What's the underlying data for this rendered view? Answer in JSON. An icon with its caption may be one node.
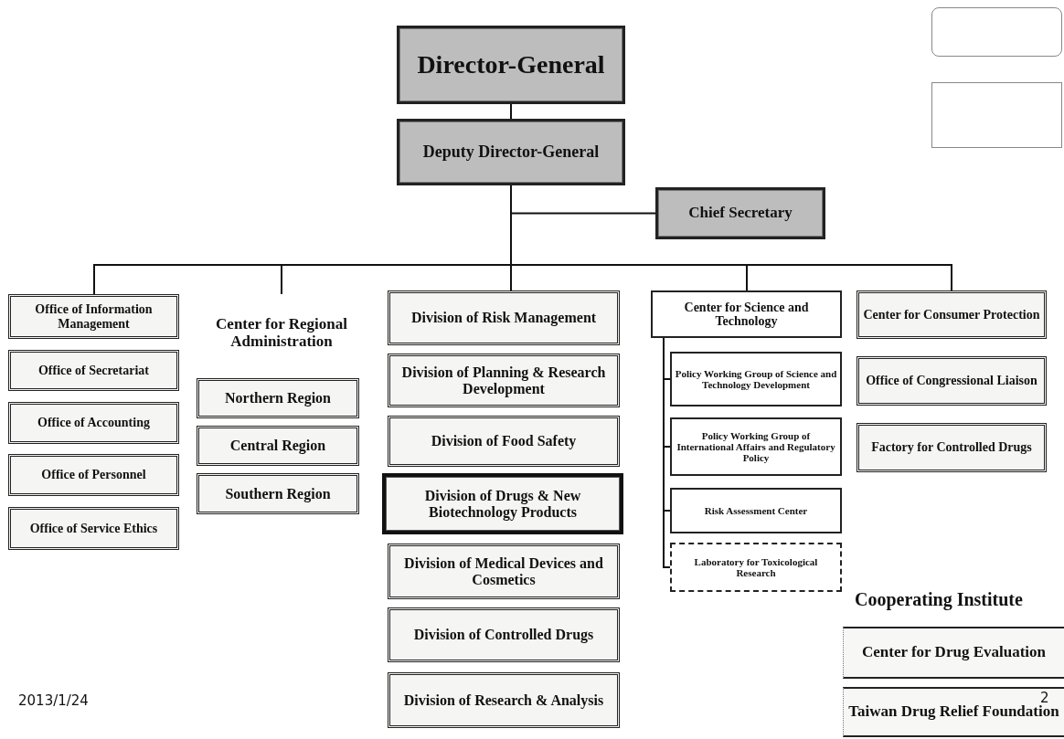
{
  "diagram": {
    "nodes": [
      {
        "text": [
          "Director-General"
        ]
      },
      {
        "text": [
          "Deputy Director-General"
        ]
      },
      {
        "text": [
          "Chief Secretary"
        ]
      },
      {
        "text": [],
        "shape": "box"
      },
      {
        "text": [],
        "shape": "box"
      },
      {
        "text": [
          "Office of Information Management"
        ]
      },
      {
        "text": [
          "Office of Secretariat"
        ]
      },
      {
        "text": [
          "Office of Accounting"
        ]
      },
      {
        "text": [
          "Office of Personnel"
        ]
      },
      {
        "text": [
          "Office of Service Ethics"
        ]
      },
      {
        "text": [
          "Center for Regional Administration"
        ]
      },
      {
        "text": [
          "Northern Region"
        ]
      },
      {
        "text": [
          "Central Region"
        ]
      },
      {
        "text": [
          "Southern Region"
        ]
      },
      {
        "text": [
          "Division of Risk Management"
        ]
      },
      {
        "text": [
          "Division of Planning & Research Development"
        ]
      },
      {
        "text": [
          "Division of Food Safety"
        ]
      },
      {
        "text": [
          "Division of Drugs & New Biotechnology Products"
        ]
      },
      {
        "text": [
          "Division of Medical Devices and Cosmetics"
        ]
      },
      {
        "text": [
          "Division of Controlled Drugs"
        ]
      },
      {
        "text": [
          "Division of Research & Analysis"
        ]
      },
      {
        "text": [
          "Center for Science and Technology"
        ]
      },
      {
        "text": [
          "Policy Working Group of Science and Technology Development"
        ]
      },
      {
        "text": [
          "Policy Working Group of International Affairs and Regulatory Policy"
        ]
      },
      {
        "text": [
          "Risk Assessment Center"
        ]
      },
      {
        "text": [
          "Laboratory for Toxicological Research"
        ]
      },
      {
        "text": [
          "Center for Consumer Protection"
        ]
      },
      {
        "text": [
          "Office of Congressional Liaison"
        ]
      },
      {
        "text": [
          "Factory for Controlled Drugs"
        ]
      },
      {
        "text": [
          "Center for Drug Evaluation"
        ]
      },
      {
        "text": [
          "Taiwan Drug Relief Foundation"
        ]
      }
    ],
    "edges": [
      {
        "from": 0,
        "to": 1,
        "arrow": "none"
      },
      {
        "from": 1,
        "to": 2,
        "arrow": "none"
      },
      {
        "from": 1,
        "to": 5,
        "arrow": "none"
      },
      {
        "from": 1,
        "to": 10,
        "arrow": "none"
      },
      {
        "from": 1,
        "to": 14,
        "arrow": "none"
      },
      {
        "from": 1,
        "to": 21,
        "arrow": "none"
      },
      {
        "from": 1,
        "to": 26,
        "arrow": "none"
      },
      {
        "from": 21,
        "to": 22,
        "arrow": "none"
      },
      {
        "from": 21,
        "to": 23,
        "arrow": "none"
      },
      {
        "from": 21,
        "to": 24,
        "arrow": "none"
      },
      {
        "from": 21,
        "to": 25,
        "arrow": "none"
      }
    ],
    "labels": [
      "Cooperating Institute",
      "2013/1/24",
      "2"
    ]
  }
}
